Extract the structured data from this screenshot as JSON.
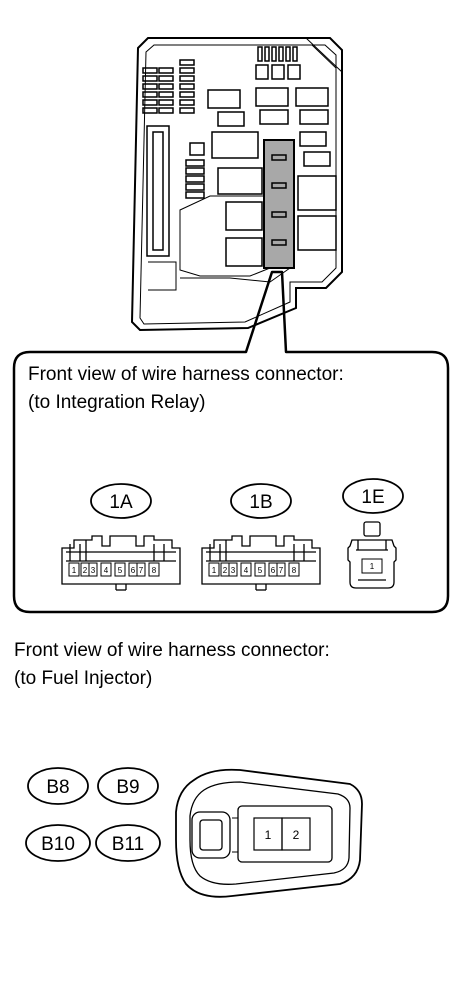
{
  "relay_section": {
    "caption_line1": "Front view of wire harness connector:",
    "caption_line2": "(to Integration Relay)",
    "connectors": [
      {
        "id": "1A",
        "pins": [
          "1",
          "2",
          "3",
          "4",
          "5",
          "6",
          "7",
          "8"
        ]
      },
      {
        "id": "1B",
        "pins": [
          "1",
          "2",
          "3",
          "4",
          "5",
          "6",
          "7",
          "8"
        ]
      },
      {
        "id": "1E",
        "pins": [
          "1"
        ]
      }
    ]
  },
  "injector_section": {
    "caption_line1": "Front view of wire harness connector:",
    "caption_line2": "(to Fuel Injector)",
    "connector_ids": [
      "B8",
      "B9",
      "B10",
      "B11"
    ],
    "pins": [
      "1",
      "2"
    ]
  }
}
